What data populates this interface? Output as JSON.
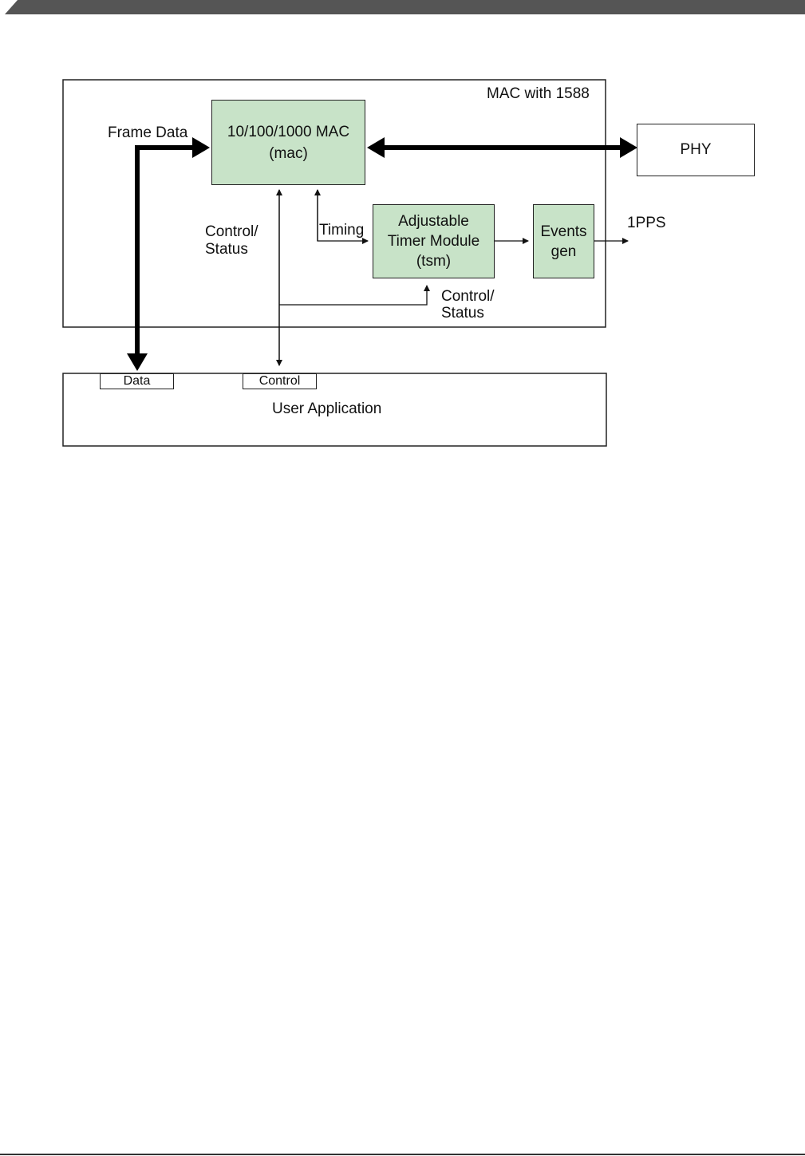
{
  "diagram": {
    "outer_container_label": "MAC with 1588",
    "mac_block": {
      "line1": "10/100/1000 MAC",
      "line2": "(mac)"
    },
    "tsm_block": {
      "line1": "Adjustable",
      "line2": "Timer Module",
      "line3": "(tsm)"
    },
    "events_block": {
      "line1": "Events",
      "line2": "gen"
    },
    "phy_block": "PHY",
    "frame_data_label": "Frame Data",
    "control_status_left": {
      "line1": "Control/",
      "line2": "Status"
    },
    "timing_label": "Timing",
    "control_status_bottom": {
      "line1": "Control/",
      "line2": "Status"
    },
    "pps_label": "1PPS",
    "user_application": "User Application",
    "data_port": "Data",
    "control_port": "Control"
  },
  "colors": {
    "block_fill": "#c8e3c8",
    "header_bar": "#555555",
    "stroke": "#111111"
  }
}
